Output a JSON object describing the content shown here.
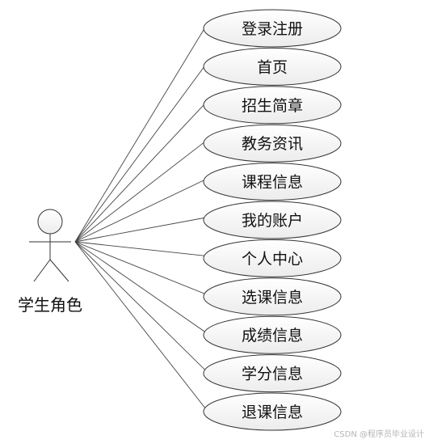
{
  "actor": {
    "name": "学生角色"
  },
  "use_cases": [
    "登录注册",
    "首页",
    "招生简章",
    "教务资讯",
    "课程信息",
    "我的账户",
    "个人中心",
    "选课信息",
    "成绩信息",
    "学分信息",
    "退课信息"
  ],
  "watermark": "CSDN @程序员毕业设计"
}
